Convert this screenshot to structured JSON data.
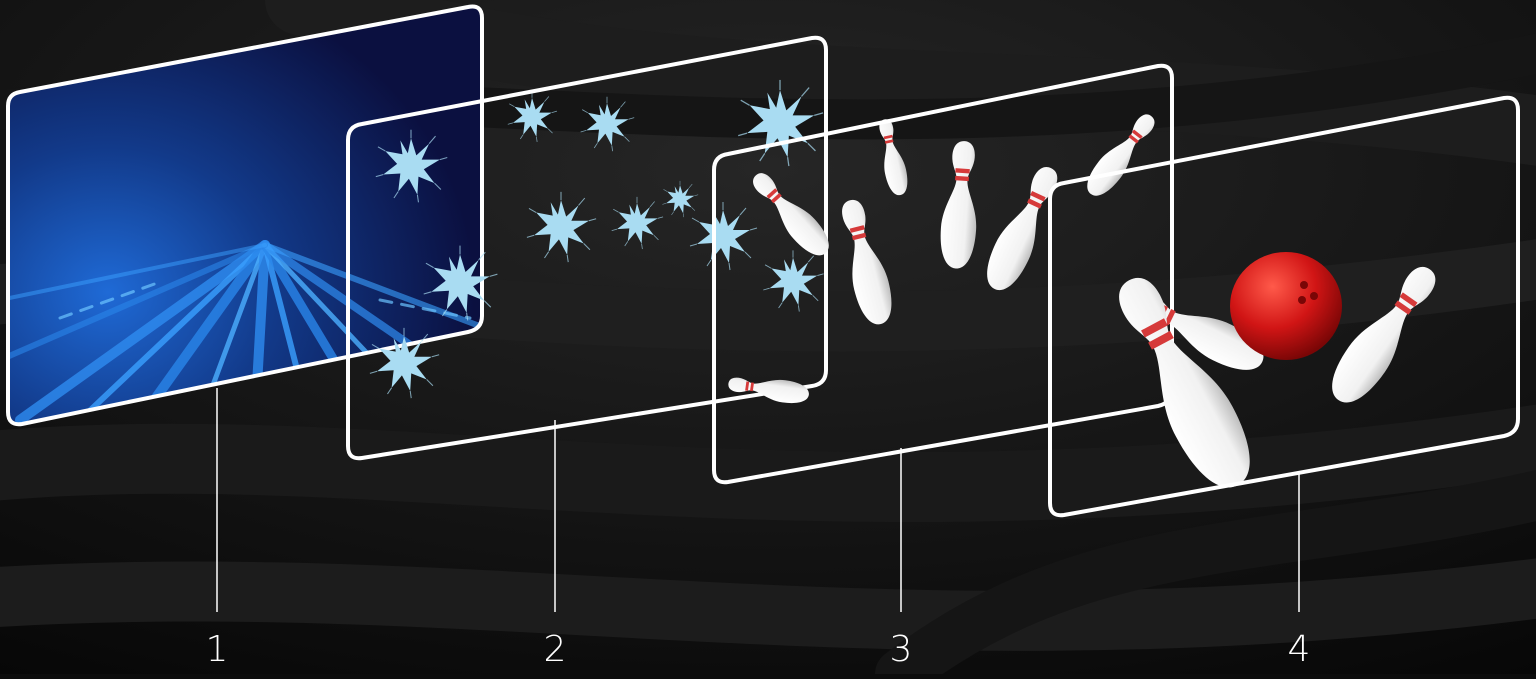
{
  "layers": [
    {
      "label": "1",
      "content": "blue-lane-background"
    },
    {
      "label": "2",
      "content": "sparkle-burst-effects"
    },
    {
      "label": "3",
      "content": "scattered-bowling-pins"
    },
    {
      "label": "4",
      "content": "bowling-ball-and-pins"
    }
  ],
  "colors": {
    "background": "#0c0c0c",
    "frame": "#ffffff",
    "lane_blue": "#1e63c8",
    "deep_navy": "#0b1040",
    "sparkle": "#a9dcf2",
    "pin_white": "#f4f4f4",
    "pin_stripe": "#d63a3a",
    "ball_red": "#d11515"
  }
}
